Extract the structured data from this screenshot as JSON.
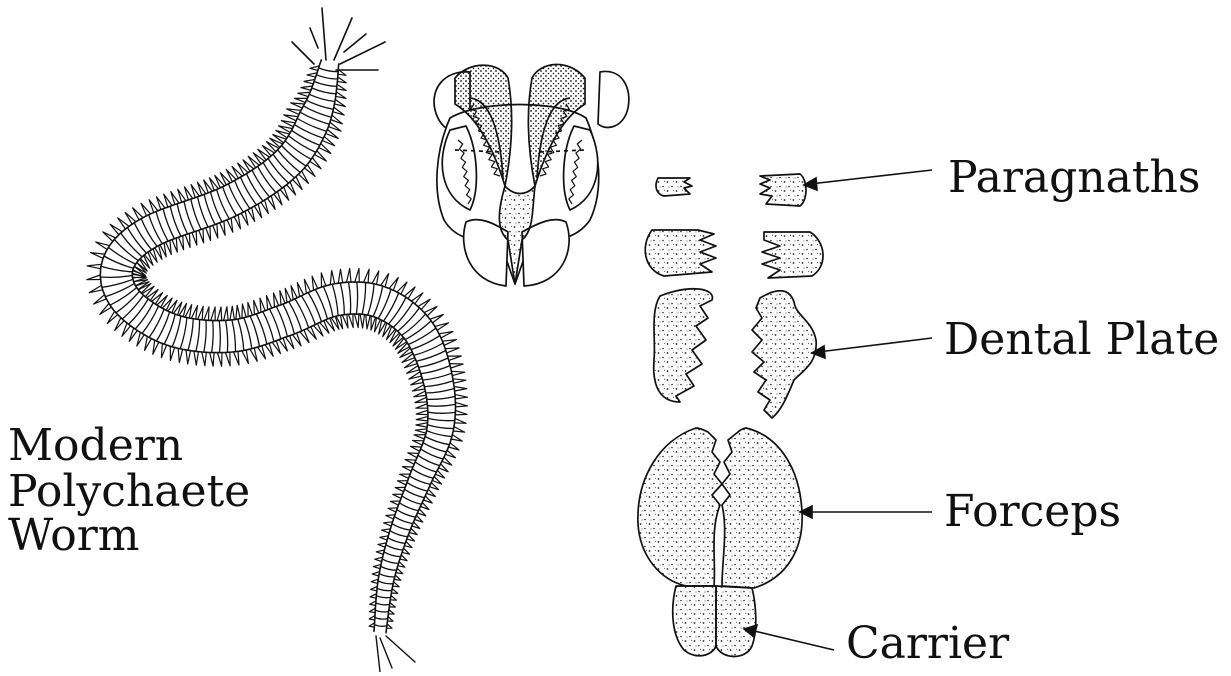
{
  "figure": {
    "specimen_title": [
      "Modern",
      "Polychaete",
      "Worm"
    ],
    "labels": {
      "paragnaths": "Paragnaths",
      "dental_plate": "Dental Plate",
      "forceps": "Forceps",
      "carrier": "Carrier"
    }
  },
  "colors": {
    "ink": "#111111",
    "background": "#ffffff"
  }
}
